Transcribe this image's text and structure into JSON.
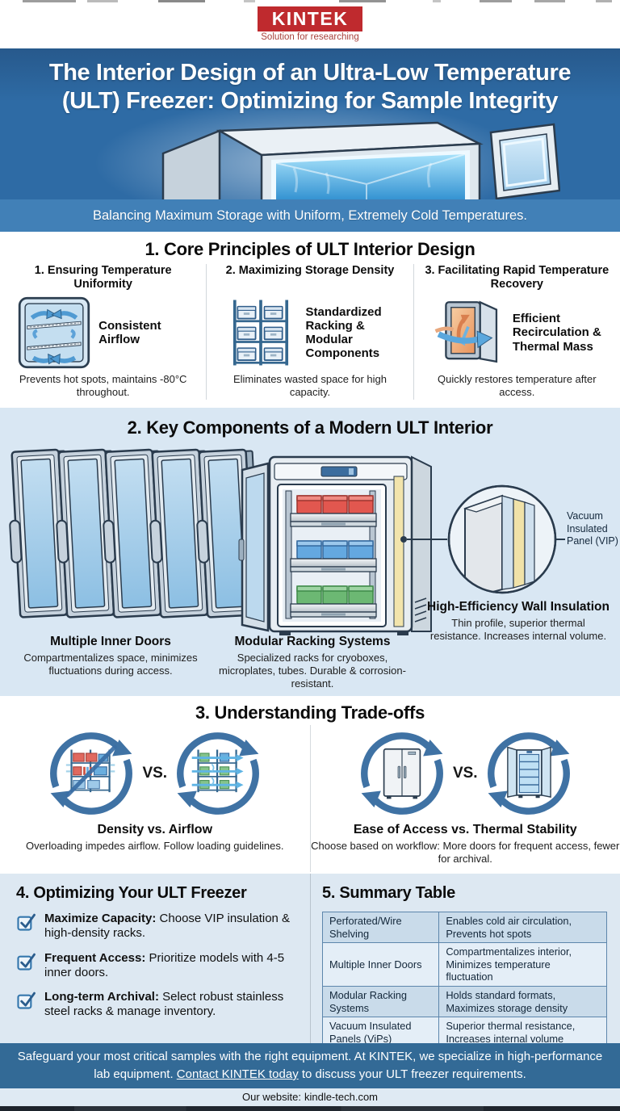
{
  "colors": {
    "brand_red": "#bf2a2e",
    "banner_blue": "#2e6ba5",
    "subtitle_band_blue": "#4180b7",
    "section_light_blue": "#d9e7f3",
    "panel_light_blue": "#dde8f2",
    "footer_blue": "#336a96",
    "icon_ring_blue": "#3f72a4",
    "table_border_blue": "#5d86ac",
    "table_row_blue": "#c9dbea",
    "table_row_light": "#e4eef7",
    "vip_yellow": "#f0e2a8"
  },
  "header": {
    "logo_text": "KINTEK",
    "tagline": "Solution for researching"
  },
  "hero": {
    "title_line1": "The Interior Design of an Ultra-Low Temperature",
    "title_line2": "(ULT) Freezer: Optimizing for Sample Integrity",
    "subtitle": "Balancing Maximum Storage with Uniform, Extremely Cold Temperatures."
  },
  "principles": {
    "heading": "1. Core Principles of ULT Interior Design",
    "items": [
      {
        "title": "1. Ensuring Temperature Uniformity",
        "caption": "Consistent Airflow",
        "description": "Prevents hot spots, maintains -80°C throughout.",
        "icon": "airflow-circulation-icon"
      },
      {
        "title": "2. Maximizing Storage Density",
        "caption": "Standardized Racking & Modular Components",
        "description": "Eliminates wasted space for high capacity.",
        "icon": "storage-rack-icon"
      },
      {
        "title": "3. Facilitating Rapid Temperature Recovery",
        "caption": "Efficient Recirculation & Thermal Mass",
        "description": "Quickly restores temperature after access.",
        "icon": "door-heat-recovery-icon"
      }
    ]
  },
  "components": {
    "heading": "2. Key Components of a Modern ULT Interior",
    "vip_callout": "Vacuum Insulated Panel (VIP)",
    "items": [
      {
        "title": "Multiple Inner Doors",
        "description": "Compartmentalizes space, minimizes fluctuations during access."
      },
      {
        "title": "Modular Racking Systems",
        "description": "Specialized racks for cryoboxes, microplates, tubes. Durable & corrosion-resistant."
      },
      {
        "title": "High-Efficiency Wall Insulation",
        "description": "Thin profile, superior thermal resistance. Increases internal volume."
      }
    ]
  },
  "tradeoffs": {
    "heading": "3. Understanding Trade-offs",
    "vs_label": "VS.",
    "items": [
      {
        "title": "Density vs. Airflow",
        "description": "Overloading impedes airflow. Follow loading guidelines."
      },
      {
        "title": "Ease of Access vs. Thermal Stability",
        "description": "Choose based on workflow: More doors for frequent access, fewer for archival."
      }
    ]
  },
  "optimizing": {
    "heading": "4. Optimizing Your ULT Freezer",
    "items": [
      {
        "lead": "Maximize Capacity:",
        "text": " Choose VIP insulation & high-density racks."
      },
      {
        "lead": "Frequent Access:",
        "text": " Prioritize models with 4-5 inner doors."
      },
      {
        "lead": "Long-term Archival:",
        "text": " Select robust stainless steel racks & manage inventory."
      }
    ]
  },
  "summary": {
    "heading": "5. Summary Table",
    "rows": [
      [
        "Perforated/Wire Shelving",
        "Enables cold air circulation, Prevents hot spots"
      ],
      [
        "Multiple Inner Doors",
        "Compartmentalizes interior, Minimizes temperature fluctuation"
      ],
      [
        "Modular Racking Systems",
        "Holds standard formats, Maximizes storage density"
      ],
      [
        "Vacuum Insulated Panels (ViPs)",
        "Superior thermal resistance, Increases internal volume"
      ]
    ]
  },
  "footer": {
    "text_before": "Safeguard your most critical samples with the right equipment. At KINTEK, we specialize in high-performance lab equipment. ",
    "link_text": "Contact KINTEK today",
    "text_after": " to discuss your ULT freezer requirements.",
    "website_label": "Our website:",
    "website_url": "kindle-tech.com"
  }
}
